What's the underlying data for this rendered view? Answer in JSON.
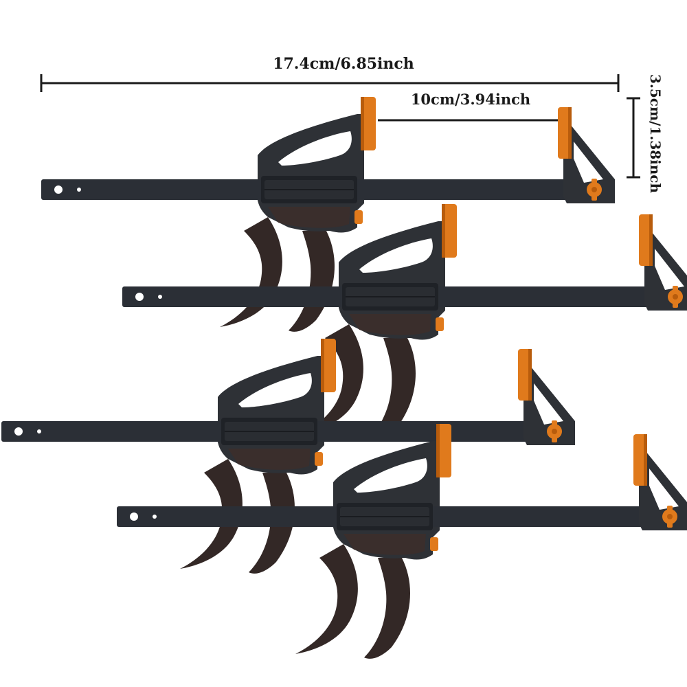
{
  "dimensions": {
    "overall_length": "17.4cm/6.85inch",
    "jaw_opening": "10cm/3.94inch",
    "throat_depth": "3.5cm/1.38inch"
  },
  "colors": {
    "bar": "#2b2f36",
    "body": "#2e3136",
    "body_inner": "#3a2e2c",
    "grip": "#332826",
    "accent": "#e07a1c",
    "accent_dark": "#b85c0c",
    "dimension_line": "#1a1a1a"
  },
  "product": {
    "clamp_count": 4
  }
}
